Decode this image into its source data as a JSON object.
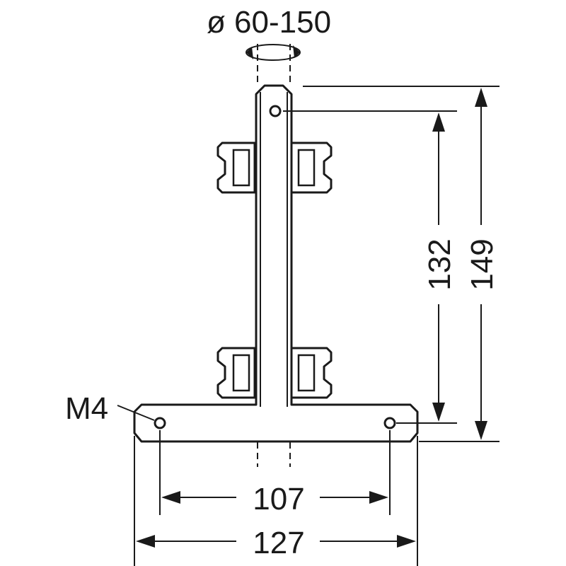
{
  "diameter_label": "ø 60-150",
  "thread_label": "M4",
  "dim_hole_height": "132",
  "dim_total_height": "149",
  "dim_hole_spacing": "107",
  "dim_total_width": "127",
  "colors": {
    "line": "#1a1a1a",
    "background": "#ffffff"
  }
}
